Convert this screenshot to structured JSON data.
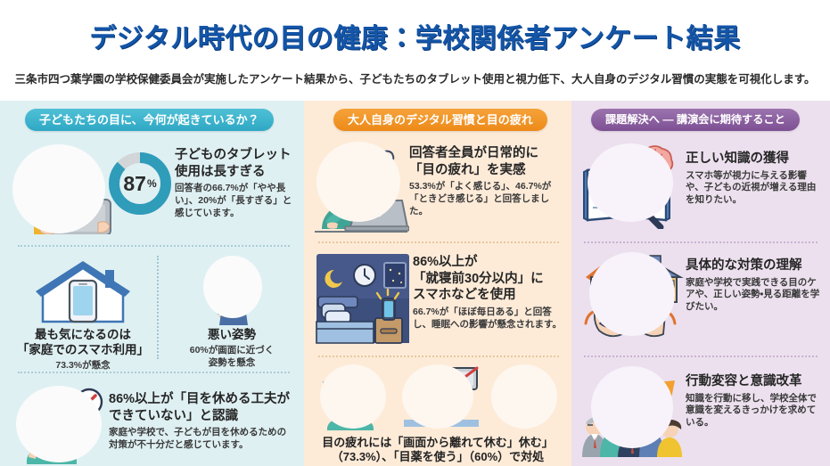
{
  "header": {
    "title": "デジタル時代の目の健康：学校関係者アンケート結果",
    "subtitle": "三条市四つ葉学園の学校保健委員会が実施したアンケート結果から、子どもたちのタブレット使用と視力低下、大人自身のデジタル習慣の実態を可視化します。"
  },
  "colors": {
    "title": "#1355a8",
    "col1_bg": "#dff0f3",
    "col2_bg": "#fdebd8",
    "col3_bg": "#ece0ee",
    "badge1": "#2fa8c4",
    "badge2": "#ed8a18",
    "badge3": "#7d4f93",
    "donut_accent": "#2f9cba",
    "donut_track": "#d3d6d8"
  },
  "columns": [
    {
      "id": "children-eyes",
      "badge": "子どもたちの目に、今何が起きているか？",
      "blocks": [
        {
          "id": "tablet-time",
          "icon": "child-with-tablet-icon",
          "donut": {
            "value": 87,
            "label": "87",
            "unit": "%"
          },
          "heading": "子どものタブレット\n使用は長すぎる",
          "body": "回答者の66.7%が「やや長い」、20%が「長すぎる」と感じています。"
        },
        {
          "id": "home-smartphone-use",
          "icon": "house-with-phone-icon",
          "title_line1": "最も気になるのは",
          "title_line2": "「家庭でのスマホ利用」",
          "sub": "73.3%が懸念"
        },
        {
          "id": "bad-posture",
          "icon": "slouching-child-icon",
          "title_line1": "悪い姿勢",
          "sub_line1": "60%が画面に近づく",
          "sub_line2": "姿勢を懸念"
        },
        {
          "id": "no-eye-rest",
          "icon": "child-rubbing-eyes-icon",
          "heading": "86%以上が「目を休める工夫が\nできていない」と認識",
          "body": "家庭や学校で、子どもが目を休めるための対策が不十分だと感じています。"
        }
      ]
    },
    {
      "id": "adult-habits",
      "badge": "大人自身のデジタル習慣と目の疲れ",
      "blocks": [
        {
          "id": "eye-fatigue-all",
          "icon": "tired-adult-laptop-icon",
          "heading": "回答者全員が日常的に\n「目の疲れ」を実感",
          "body": "53.3%が「よく感じる」、46.7%が「ときどき感じる」と回答しました。"
        },
        {
          "id": "before-bed-phone",
          "icon": "bedroom-night-phone-icon",
          "heading": "86%以上が\n「就寝前30分以内」に\nスマホなどを使用",
          "body": "66.7%が「ほぼ毎日ある」と回答し、睡眠への影響が懸念されます。"
        },
        {
          "id": "coping-methods",
          "icons": [
            "rubbing-eyes-icon",
            "resting-away-from-screen-icon",
            "eye-drops-icon"
          ],
          "caption_line1": "目の疲れには「画面から離れて休む」休む」",
          "caption_line2": "（73.3%）、「目薬を使う」（60%）で対処"
        }
      ]
    },
    {
      "id": "expectations",
      "badge": "課題解決へ ― 講演会に期待すること",
      "blocks": [
        {
          "id": "correct-knowledge",
          "icon": "book-brain-magnifier-icon",
          "heading": "正しい知識の獲得",
          "body": "スマホ等が視力に与える影響や、子どもの近視が増える理由を知りたい。"
        },
        {
          "id": "concrete-measures",
          "icon": "home-school-hands-eyes-icon",
          "heading": "具体的な対策の理解",
          "body": "家庭や学校で実践できる目のケアや、正しい姿勢・見る距離を学びたい。"
        },
        {
          "id": "behavior-change",
          "icon": "people-growth-arrow-icon",
          "heading": "行動変容と意識改革",
          "body": "知識を行動に移し、学校全体で意識を変えるきっかけを求めている。"
        }
      ]
    }
  ]
}
